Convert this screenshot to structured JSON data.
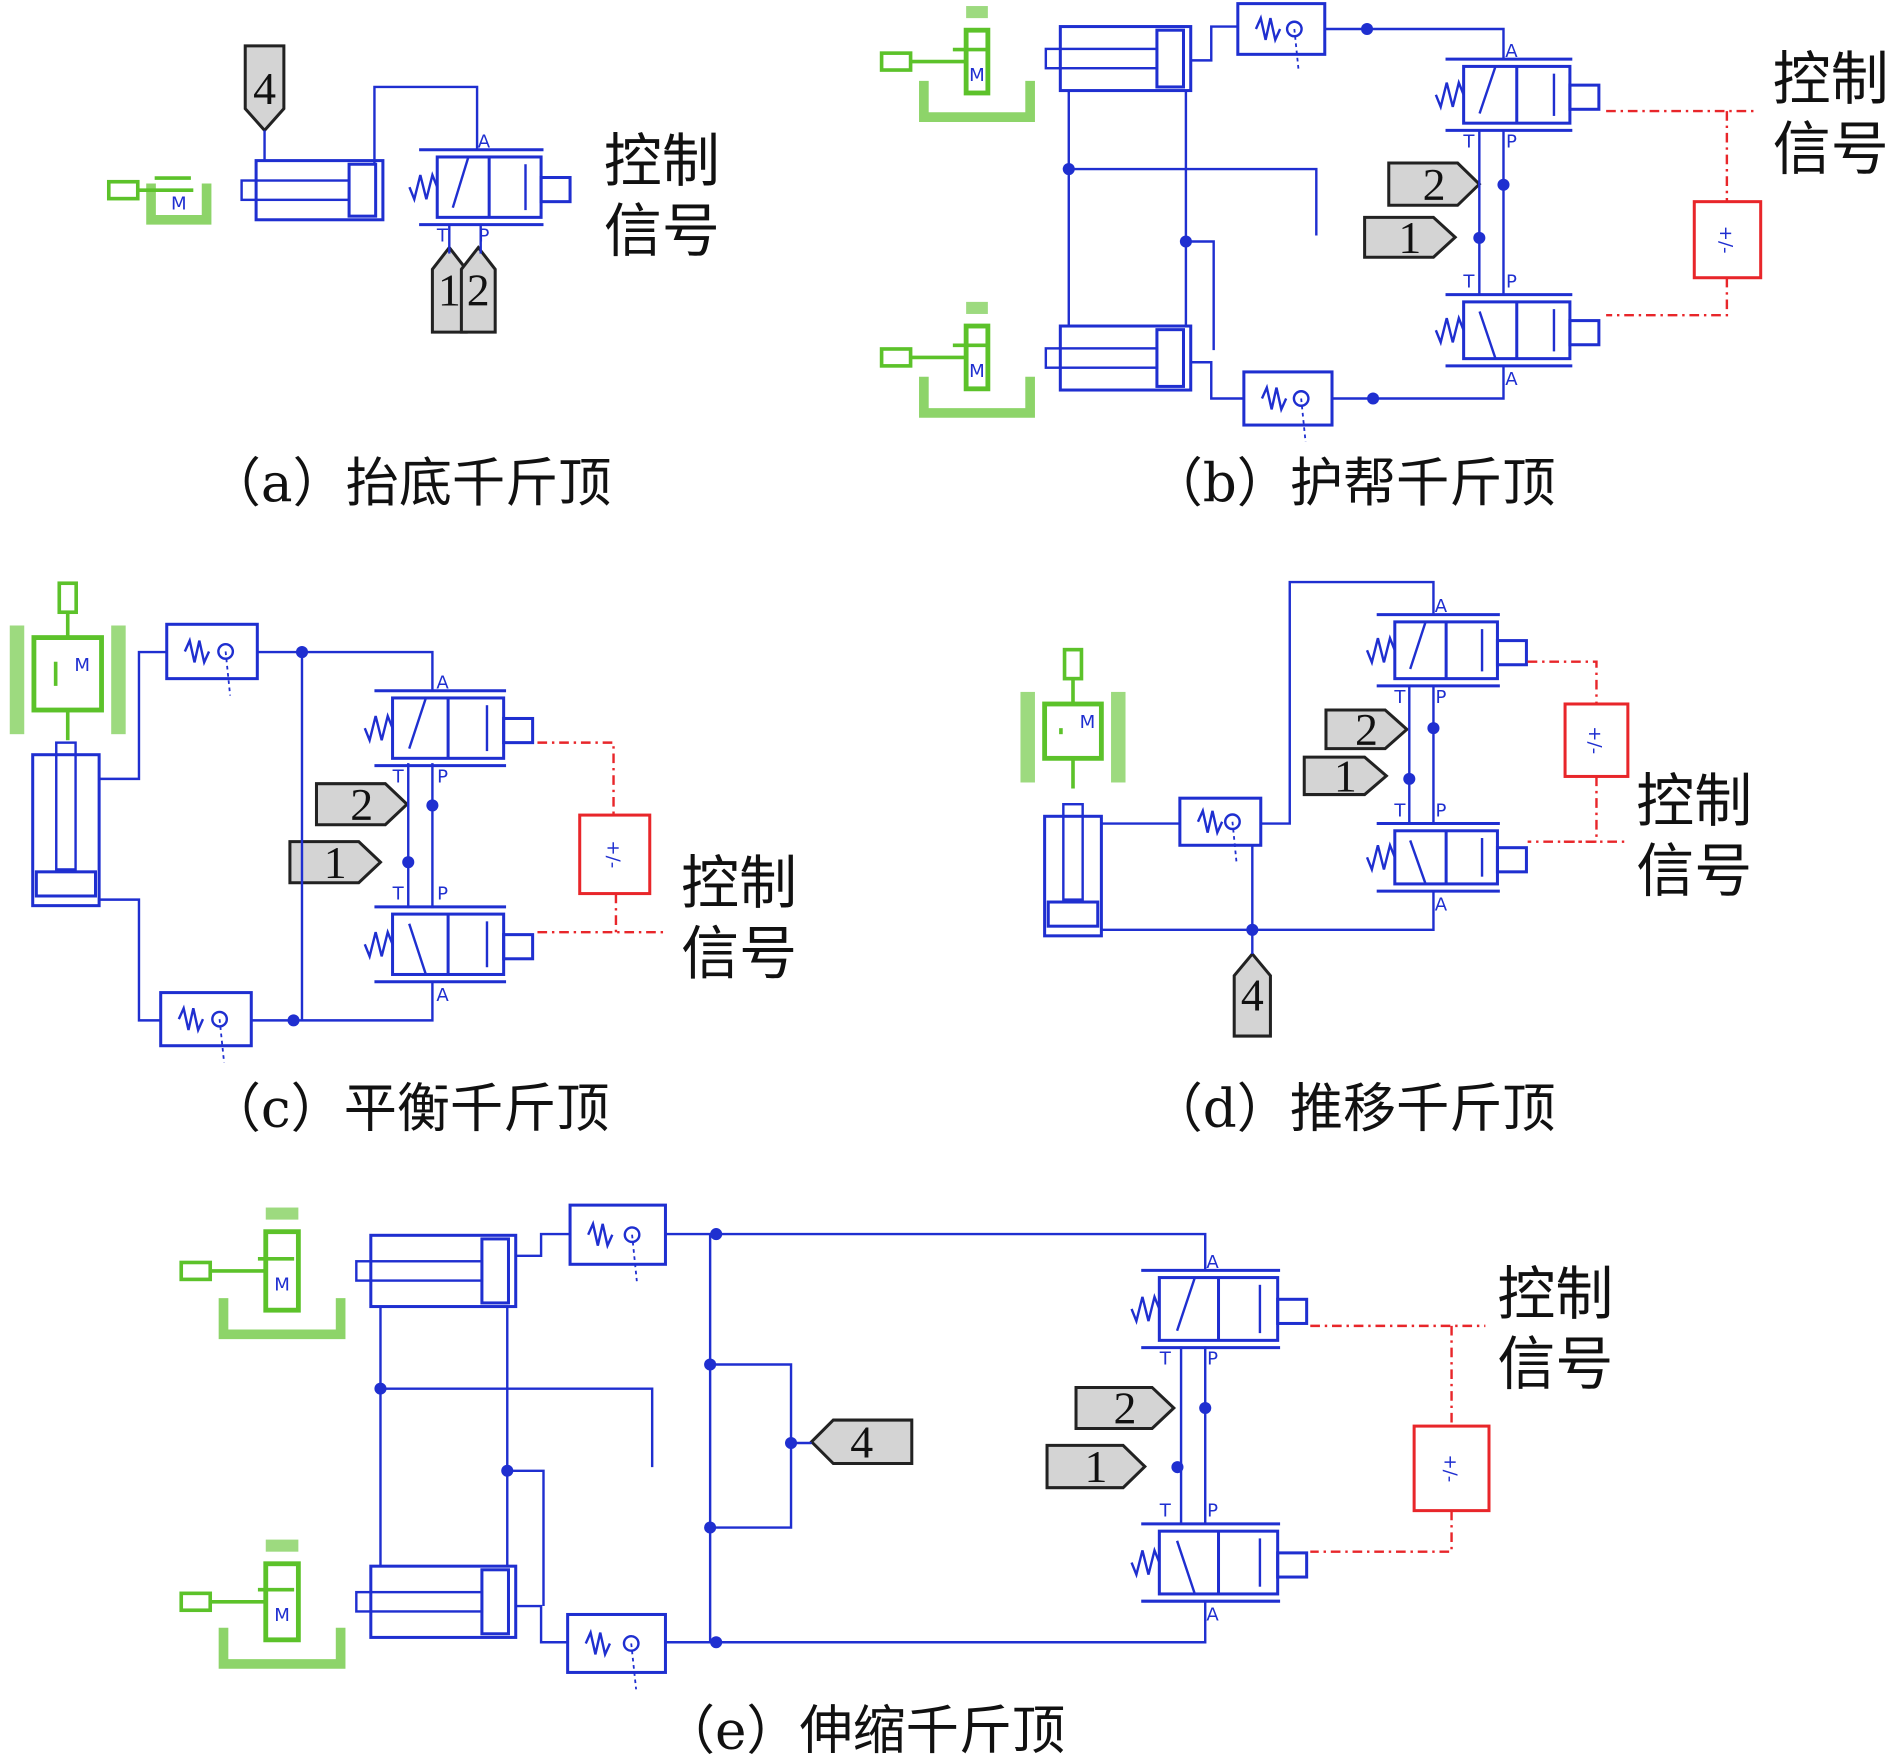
{
  "colors": {
    "hydraulic": "#1f2fd0",
    "motor": "#5cc22a",
    "signal": "#e8262a",
    "tag_fill": "#d4d4d4"
  },
  "labels": {
    "port_A": "A",
    "port_T": "T",
    "port_P": "P",
    "motor": "M",
    "converter": "+/-",
    "control_line1": "控制",
    "control_line2": "信号"
  },
  "panels": [
    {
      "id": "a",
      "caption": "（a）抬底千斤顶",
      "tags": [
        "4",
        "1",
        "2"
      ]
    },
    {
      "id": "b",
      "caption": "（b）护帮千斤顶",
      "tags": [
        "2",
        "1"
      ]
    },
    {
      "id": "c",
      "caption": "（c）平衡千斤顶",
      "tags": [
        "2",
        "1"
      ]
    },
    {
      "id": "d",
      "caption": "（d）推移千斤顶",
      "tags": [
        "2",
        "1",
        "4"
      ]
    },
    {
      "id": "e",
      "caption": "（e）伸缩千斤顶",
      "tags": [
        "4",
        "2",
        "1"
      ]
    }
  ]
}
